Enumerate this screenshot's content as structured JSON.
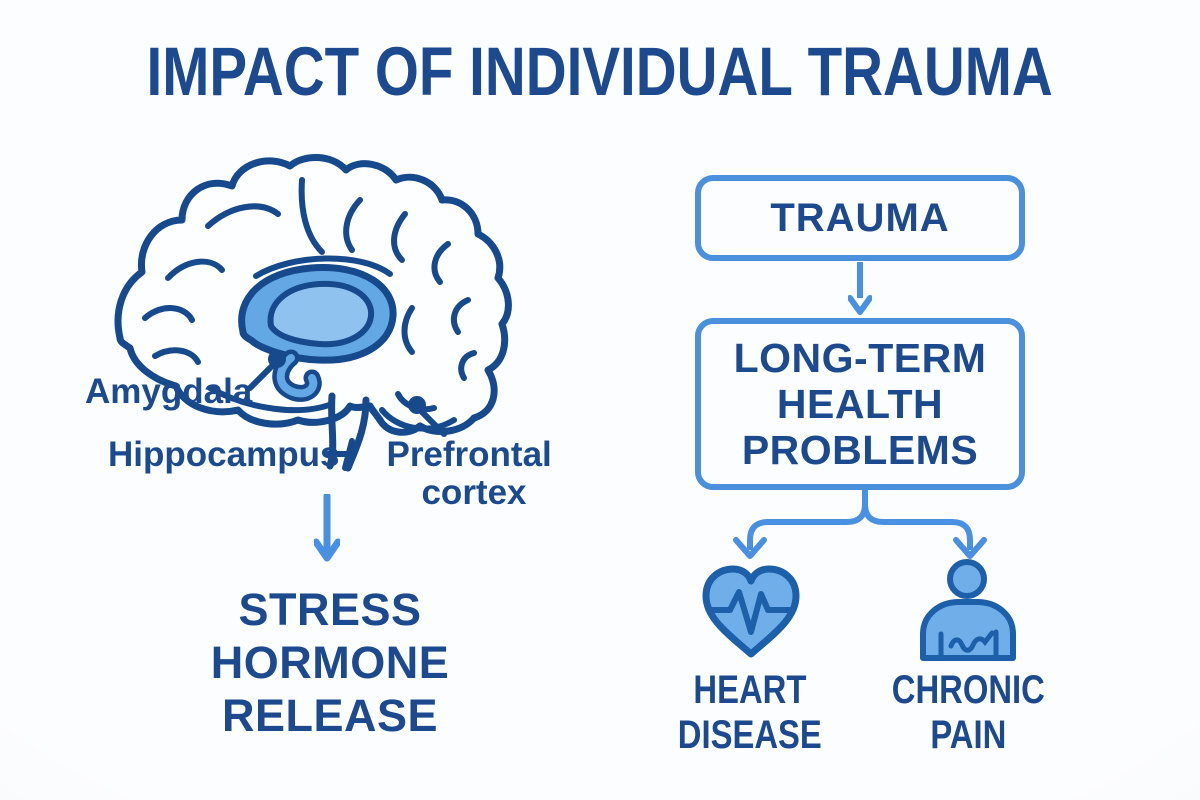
{
  "title": "IMPACT OF INDIVIDUAL TRAUMA",
  "brain": {
    "labels": {
      "amygdala": "Amygdala",
      "hippocampus": "Hippocampus",
      "prefrontal_line1": "Prefrontal",
      "prefrontal_line2": "cortex"
    },
    "outcome": {
      "line1": "STRESS",
      "line2": "HORMONE",
      "line3": "RELEASE"
    }
  },
  "flowchart": {
    "trauma_label": "TRAUMA",
    "longterm": {
      "line1": "LONG-TERM",
      "line2": "HEALTH",
      "line3": "PROBLEMS"
    },
    "outcomes": [
      {
        "icon": "heart-ekg-icon",
        "line1": "HEART",
        "line2": "DISEASE"
      },
      {
        "icon": "person-pain-icon",
        "line1": "CHRONIC",
        "line2": "PAIN"
      }
    ]
  },
  "icons": {
    "flow_arrow": "down-arrow-icon",
    "heart": "heart-ekg-icon",
    "person": "person-pain-icon"
  },
  "colors": {
    "navy_text": "#1d4a8f",
    "brain_outline": "#164a8c",
    "box_border_blue": "#4a90dd",
    "arrow_blue": "#4a90e2",
    "icon_fill_blue": "#6faee8",
    "icon_outline_blue": "#1d5fa8",
    "limbic_outer": "#64a7e5",
    "limbic_inner": "#8fc2ef",
    "background": "#f6f8f9"
  }
}
